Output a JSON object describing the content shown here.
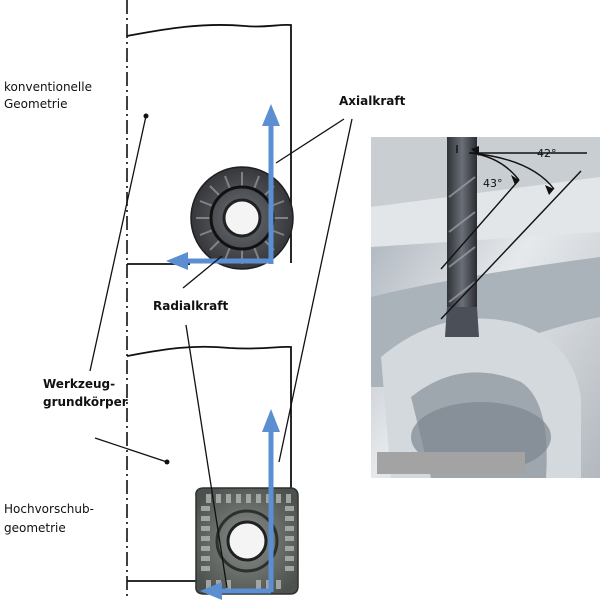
{
  "labels": {
    "conventional_line1": "konventionelle",
    "conventional_line2": "Geometrie",
    "axial_force": "Axialkraft",
    "radial_force": "Radialkraft",
    "tool_body_line1": "Werkzeug-",
    "tool_body_line2": "grundkörper",
    "high_feed_line1": "Hochvorschub-",
    "high_feed_line2": "geometrie",
    "angle_42": "42°",
    "angle_43": "43°"
  },
  "colors": {
    "arrow": "#5b8fd1",
    "line": "#111111",
    "insert_dark": "#3a3b3e",
    "insert_gray": "#5d625f"
  }
}
